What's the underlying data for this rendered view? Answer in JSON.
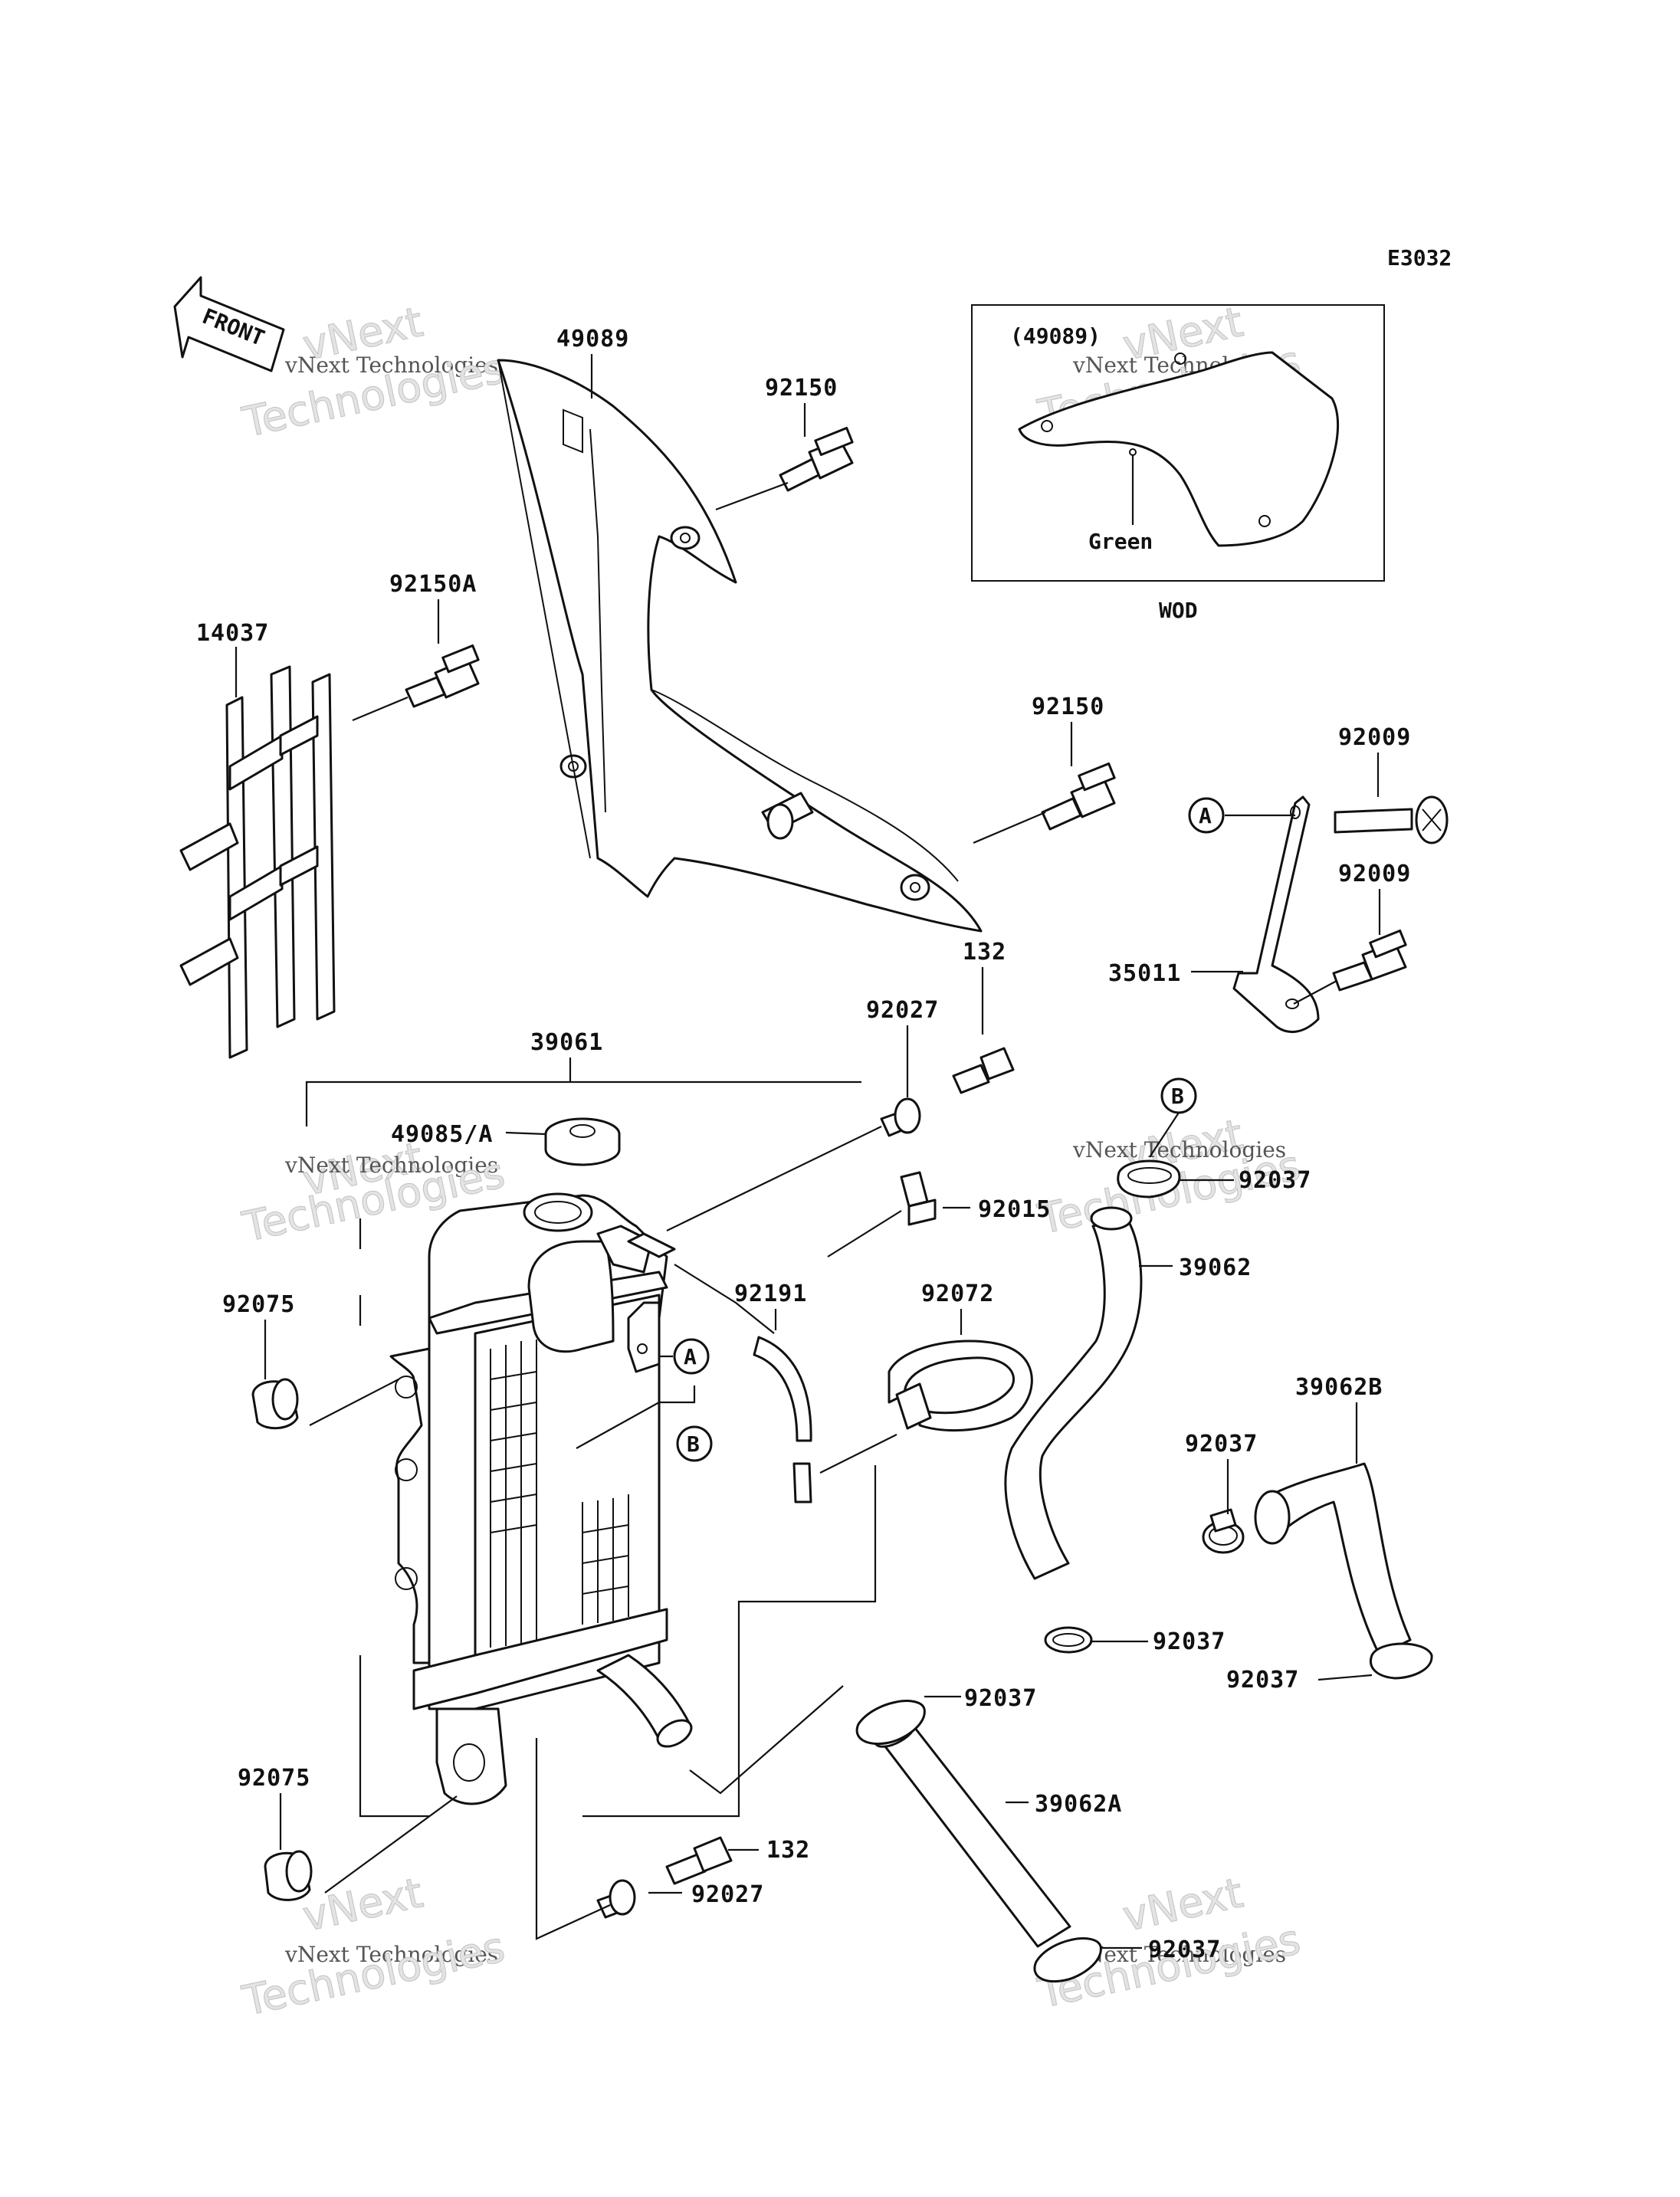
{
  "figure_code": "E3032",
  "front_label": "FRONT",
  "inset": {
    "part_ref": "(49089)",
    "color_label": "Green",
    "caption": "WOD"
  },
  "circle_refs": {
    "a": "A",
    "b": "B"
  },
  "watermark": {
    "line1": "vNext Technologies",
    "line2": "Technologies",
    "line0": "vNext"
  },
  "labels": {
    "p49089": "49089",
    "p92150_top": "92150",
    "p92150a": "92150A",
    "p14037": "14037",
    "p92150_mid": "92150",
    "p92009_top": "92009",
    "p92009_bot": "92009",
    "p35011": "35011",
    "p132_top": "132",
    "p92027_top": "92027",
    "p39061": "39061",
    "p49085": "49085/A",
    "p92037_b": "92037",
    "p92015": "92015",
    "p39062": "39062",
    "p92191": "92191",
    "p92072": "92072",
    "p92075_top": "92075",
    "p39062b": "39062B",
    "p92037_mid": "92037",
    "p92037_lower": "92037",
    "p92037_right": "92037",
    "p92037_hose": "92037",
    "p92075_bot": "92075",
    "p39062a": "39062A",
    "p132_bot": "132",
    "p92027_bot": "92027",
    "p92037_bot": "92037"
  }
}
